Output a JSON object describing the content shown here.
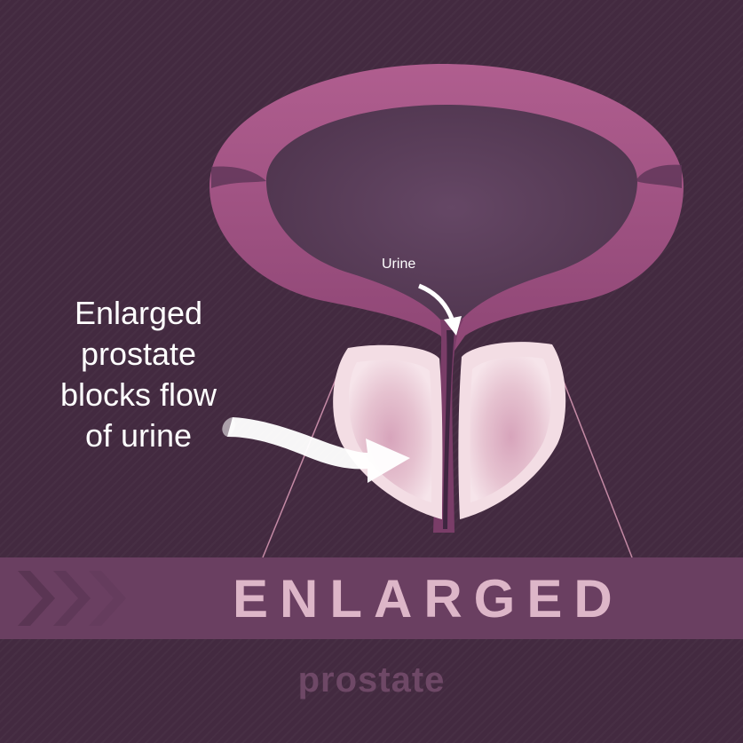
{
  "callout": {
    "text": "Enlarged\nprostate\nblocks flow\nof urine"
  },
  "flow_label": "Urine",
  "banner": {
    "title": "ENLARGED",
    "subtitle": "prostate"
  },
  "colors": {
    "background": "#432a40",
    "bladder_wall": "#9f4f80",
    "bladder_inner": "#5a3e5a",
    "prostate": "#f3dde4",
    "banner": "#6a3f61",
    "title_text": "#ddb6c8",
    "subtitle_text": "#6e4866"
  }
}
